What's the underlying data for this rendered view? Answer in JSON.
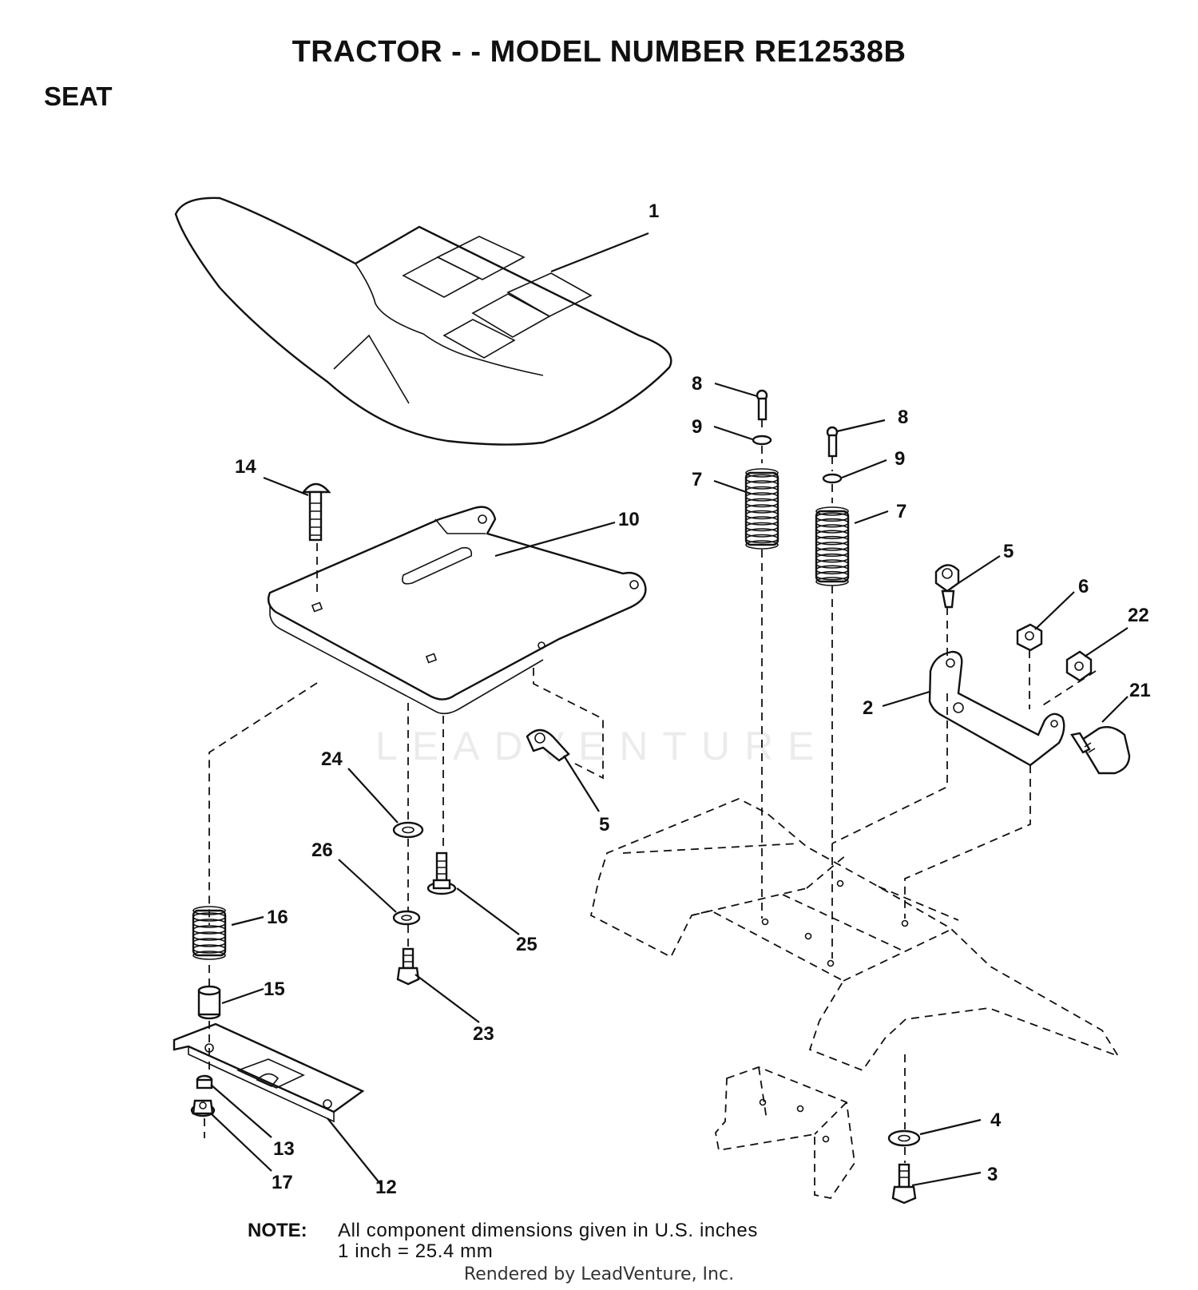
{
  "header": {
    "title": "TRACTOR - - MODEL NUMBER RE12538B",
    "section": "SEAT"
  },
  "callouts": [
    {
      "id": "c1",
      "text": "1"
    },
    {
      "id": "c8a",
      "text": "8"
    },
    {
      "id": "c8b",
      "text": "8"
    },
    {
      "id": "c9a",
      "text": "9"
    },
    {
      "id": "c9b",
      "text": "9"
    },
    {
      "id": "c7a",
      "text": "7"
    },
    {
      "id": "c7b",
      "text": "7"
    },
    {
      "id": "c14",
      "text": "14"
    },
    {
      "id": "c10",
      "text": "10"
    },
    {
      "id": "c5a",
      "text": "5"
    },
    {
      "id": "c6",
      "text": "6"
    },
    {
      "id": "c22",
      "text": "22"
    },
    {
      "id": "c2",
      "text": "2"
    },
    {
      "id": "c21",
      "text": "21"
    },
    {
      "id": "c24",
      "text": "24"
    },
    {
      "id": "c5b",
      "text": "5"
    },
    {
      "id": "c26",
      "text": "26"
    },
    {
      "id": "c25",
      "text": "25"
    },
    {
      "id": "c16",
      "text": "16"
    },
    {
      "id": "c15",
      "text": "15"
    },
    {
      "id": "c23",
      "text": "23"
    },
    {
      "id": "c13",
      "text": "13"
    },
    {
      "id": "c17",
      "text": "17"
    },
    {
      "id": "c12",
      "text": "12"
    },
    {
      "id": "c4",
      "text": "4"
    },
    {
      "id": "c3",
      "text": "3"
    }
  ],
  "note": {
    "label": "NOTE:",
    "line1": "All component dimensions given in U.S. inches",
    "line2": "1 inch = 25.4 mm"
  },
  "footer": "Rendered by LeadVenture, Inc.",
  "watermark": "LEADVENTURE"
}
